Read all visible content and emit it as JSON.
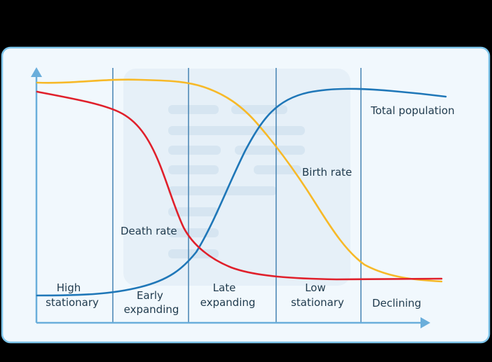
{
  "colors": {
    "background": "#000000",
    "panel_fill": "#f1f8fd",
    "panel_border": "#7cc4ea",
    "axis": "#6aaedb",
    "stage_divider": "#4f8ab7",
    "watermark": "#dbe8f3",
    "total_population": "#1f77b8",
    "birth_rate": "#f7b928",
    "death_rate": "#e0202b"
  },
  "icons": {
    "y_axis_arrow": "arrow-up-icon",
    "x_axis_arrow": "arrow-right-icon",
    "watermark": "document-icon"
  },
  "curves": {
    "total_population": {
      "label": "Total population"
    },
    "birth_rate": {
      "label": "Birth rate"
    },
    "death_rate": {
      "label": "Death rate"
    }
  },
  "stages": [
    {
      "line1": "High",
      "line2": "stationary"
    },
    {
      "line1": "Early",
      "line2": "expanding"
    },
    {
      "line1": "Late",
      "line2": "expanding"
    },
    {
      "line1": "Low",
      "line2": "stationary"
    },
    {
      "line1": "Declining",
      "line2": ""
    }
  ]
}
